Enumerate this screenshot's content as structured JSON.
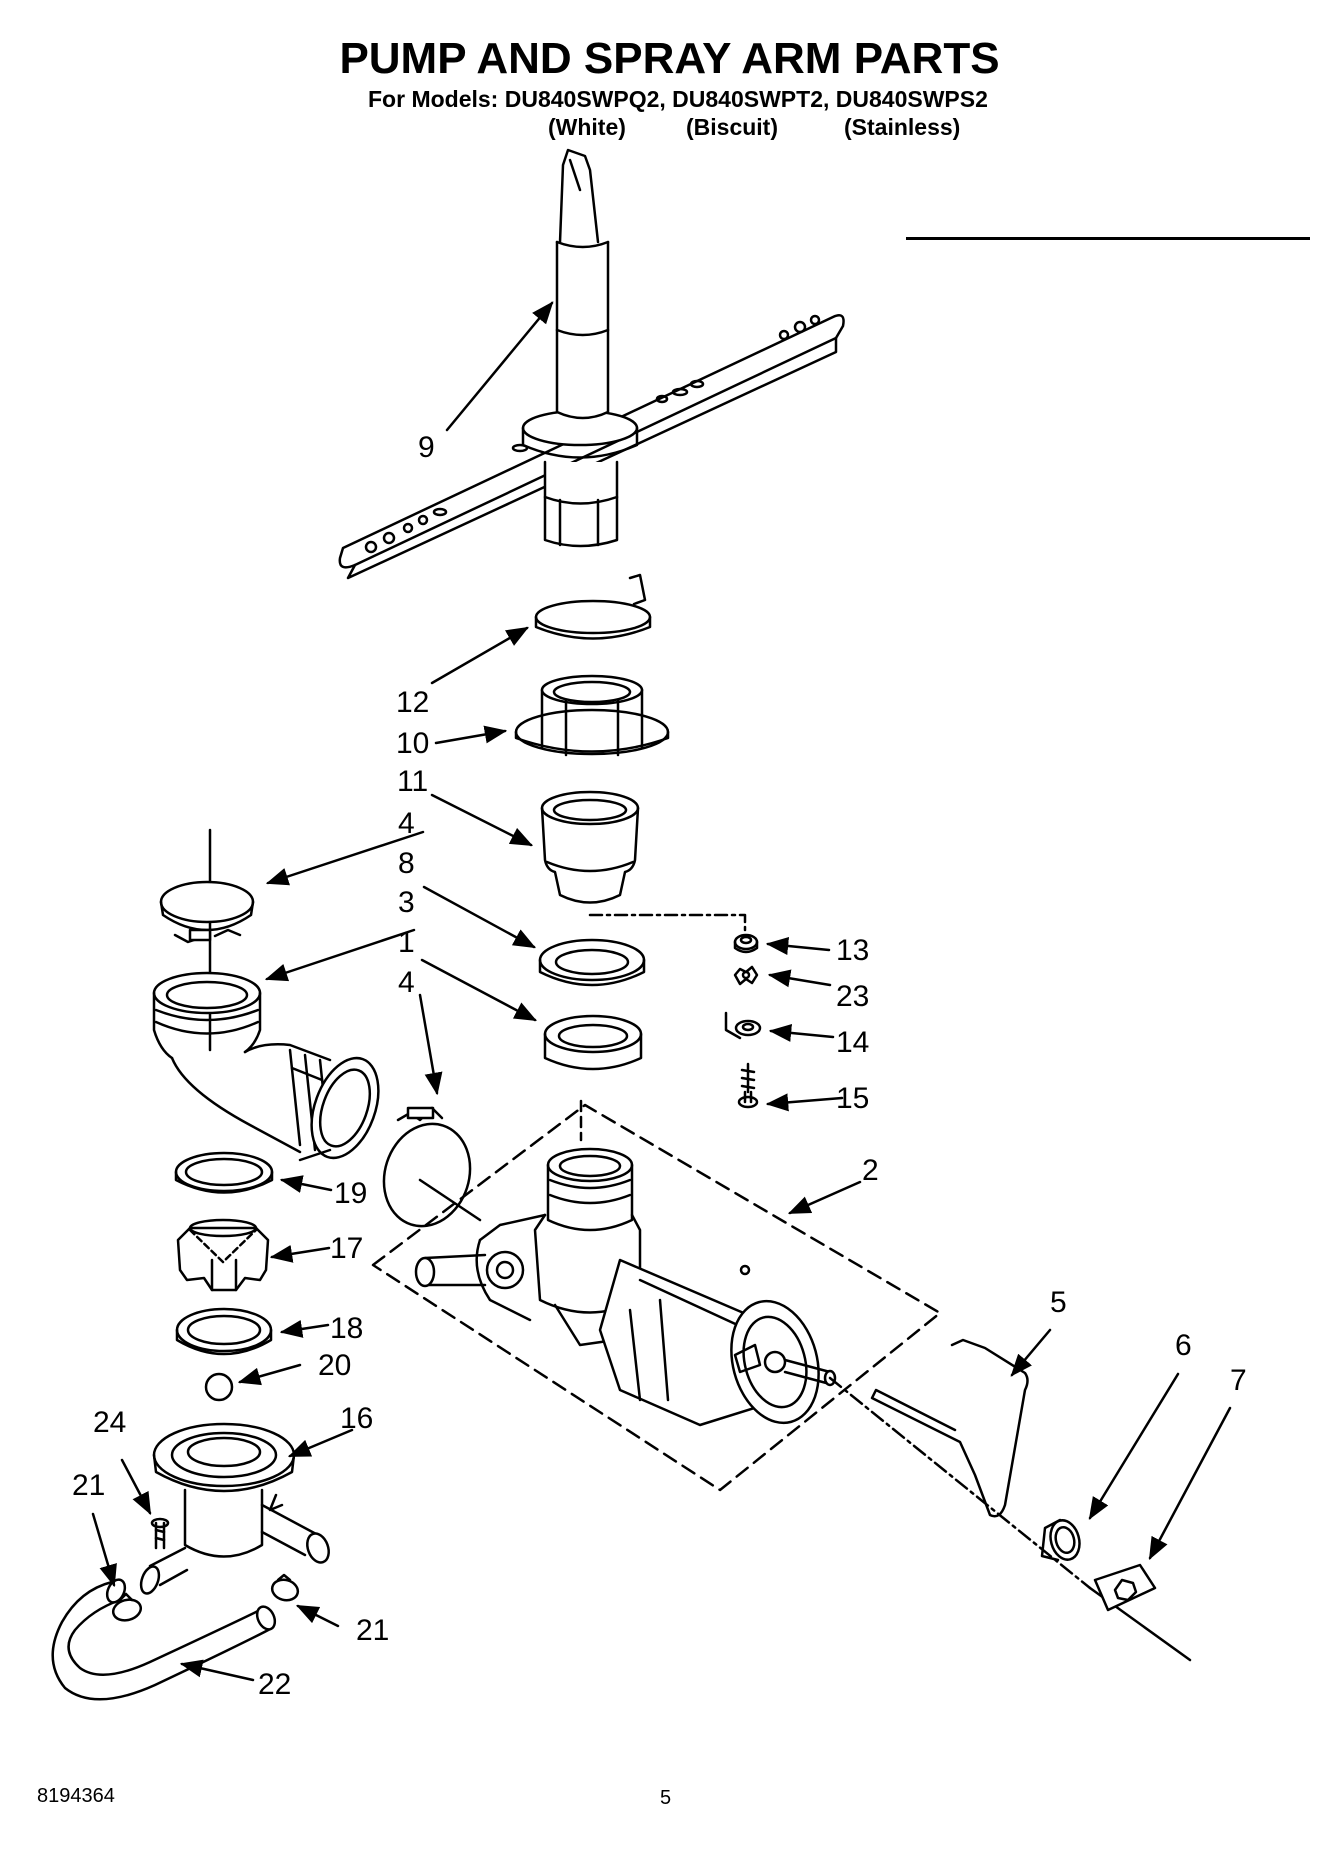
{
  "header": {
    "title": "PUMP AND SPRAY ARM PARTS",
    "models_line": "For Models: DU840SWPQ2, DU840SWPT2, DU840SWPS2",
    "variants": [
      "(White)",
      "(Biscuit)",
      "(Stainless)"
    ]
  },
  "callouts": [
    "9",
    "12",
    "10",
    "11",
    "4",
    "8",
    "3",
    "1",
    "4",
    "13",
    "23",
    "14",
    "15",
    "2",
    "19",
    "17",
    "18",
    "20",
    "5",
    "6",
    "7",
    "24",
    "16",
    "21",
    "21",
    "22"
  ],
  "footer": {
    "doc_number": "8194364",
    "page_number": "5"
  }
}
